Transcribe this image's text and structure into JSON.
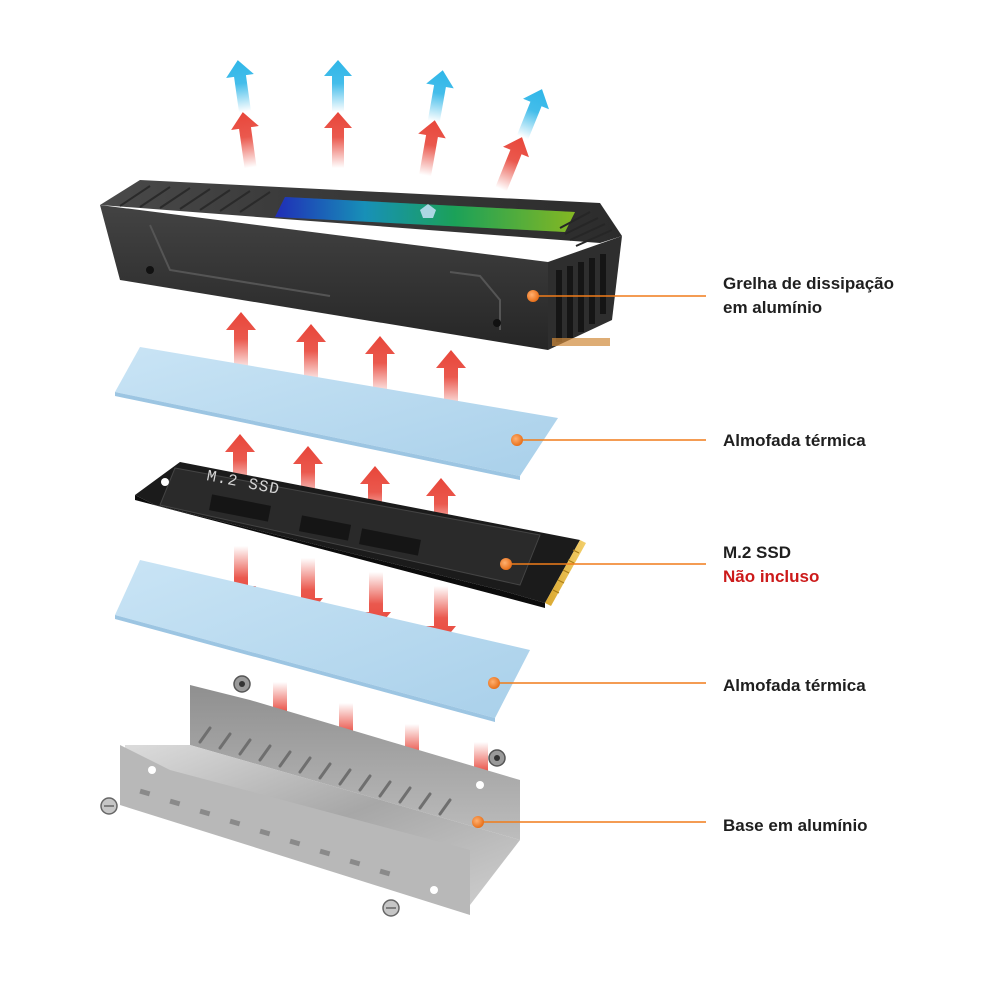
{
  "colors": {
    "leader_line": "#f07c1a",
    "heat_arrow": "#e8463a",
    "cool_arrow": "#2fb6e8",
    "pad": "#b9d9ef",
    "heatsink": "#3c3c3c",
    "note_red": "#cc1a1a"
  },
  "ssd_print": "M.2 SSD",
  "labels": {
    "heatsink": {
      "line1": "Grelha de dissipação",
      "line2": "em alumínio"
    },
    "pad_top": "Almofada térmica",
    "ssd": {
      "name": "M.2 SSD",
      "note": "Não incluso"
    },
    "pad_bottom": "Almofada térmica",
    "base": "Base em alumínio"
  }
}
